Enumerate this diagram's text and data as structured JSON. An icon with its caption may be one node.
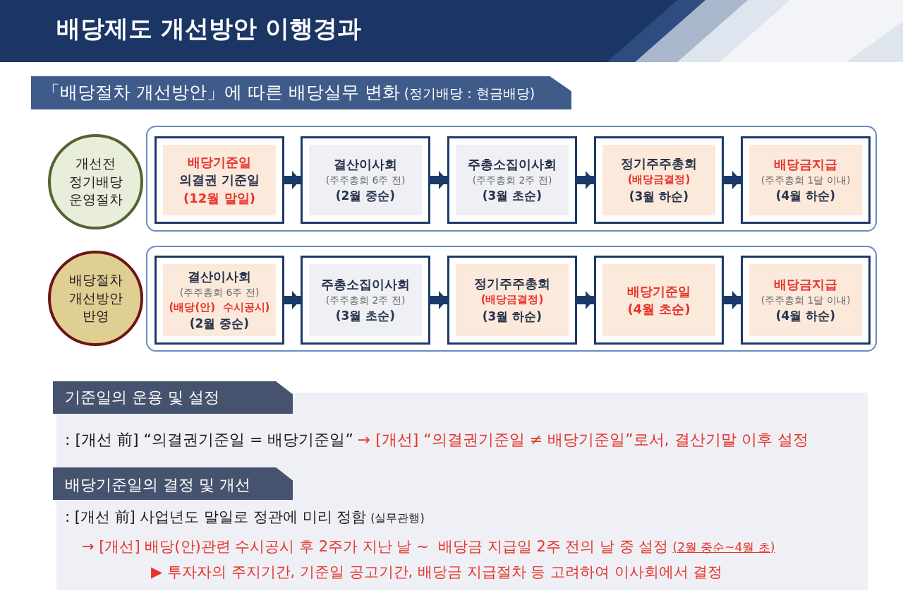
{
  "diagram": {
    "title": "배당제도 개선방안 이행경과",
    "nodes": [
      {
        "text": [
          "개선전 정기배당 운영절차"
        ]
      },
      {
        "text": [],
        "shape": "box"
      },
      {
        "text": [
          "배당기준일",
          "의결권 기준일",
          "(12월 말일)"
        ],
        "in": 1
      },
      {
        "text": [
          "결산이사회",
          "(주주총회 6주 전)",
          "(2월 중순)"
        ],
        "in": 1
      },
      {
        "text": [
          "주총소집이사회",
          "(주주총회 2주 전)",
          "(3월 초순)"
        ],
        "in": 1
      },
      {
        "text": [
          "정기주주총회",
          "(배당금결정)",
          "(3월 하순)"
        ],
        "in": 1
      },
      {
        "text": [
          "배당금지급",
          "(주주총회 1달 이내)",
          "(4월 하순)"
        ],
        "in": 1
      },
      {
        "text": [
          "배당절차 개선방안 반영"
        ]
      },
      {
        "text": [],
        "shape": "box"
      },
      {
        "text": [
          "결산이사회",
          "(주주총회 6주 전)",
          "(배당(안)  수시공시)",
          "(2월 중순)"
        ],
        "in": 8
      },
      {
        "text": [
          "주총소집이사회",
          "(주주총회 2주 전)",
          "(3월 초순)"
        ],
        "in": 8
      },
      {
        "text": [
          "정기주주총회",
          "(배당금결정)",
          "(3월 하순)"
        ],
        "in": 8
      },
      {
        "text": [
          "배당기준일",
          "(4월 초순)"
        ],
        "in": 8
      },
      {
        "text": [
          "배당금지급",
          "(주주총회 1달 이내)",
          "(4월 하순)"
        ],
        "in": 8
      }
    ],
    "edges": [
      {
        "from": 2,
        "to": 3,
        "arrow": "to"
      },
      {
        "from": 3,
        "to": 4,
        "arrow": "to"
      },
      {
        "from": 4,
        "to": 5,
        "arrow": "to"
      },
      {
        "from": 5,
        "to": 6,
        "arrow": "to"
      },
      {
        "from": 9,
        "to": 10,
        "arrow": "to"
      },
      {
        "from": 10,
        "to": 11,
        "arrow": "to"
      },
      {
        "from": 11,
        "to": 12,
        "arrow": "to"
      },
      {
        "from": 12,
        "to": 13,
        "arrow": "to"
      }
    ],
    "labels": [
      "「배당절차 개선방안」에 따른 배당실무 변화",
      "(정기배당 : 현금배당)",
      "기준일의 운용 및 설정",
      ": [개선 前] “의결권기준일 = 배당기준일”",
      "→ [개선] “의결권기준일 ≠ 배당기준일”로서, 결산기말 이후 설정",
      "배당기준일의 결정 및 개선",
      ": [개선 前] 사업년도 말일로 정관에 미리 정함",
      "(실무관행)",
      "→ [개선] 배당(안)관련 수시공시 후 2주가 지난 날 ~  배당금 지급일 2주 전의 날 중 설정",
      "(2월 중순~4월 초)",
      "▶ 투자자의 주지기간, 기준일 공고기간, 배당금 지급절차 등 고려하여 이사회에서 결정"
    ]
  }
}
